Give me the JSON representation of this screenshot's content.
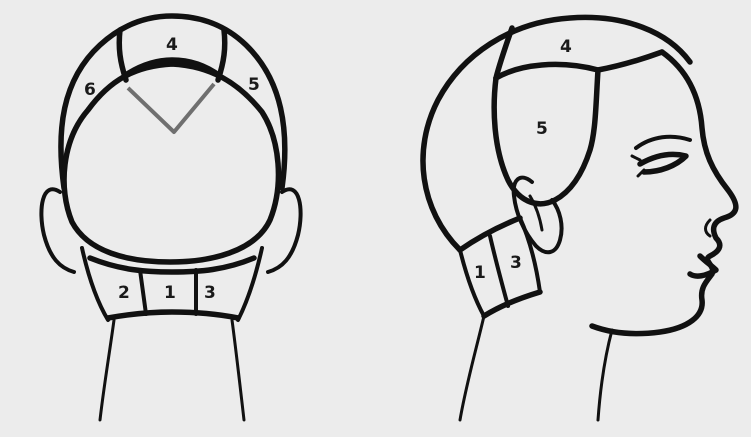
{
  "back_view": {
    "zones": [
      {
        "label": "4"
      },
      {
        "label": "6"
      },
      {
        "label": "5"
      },
      {
        "label": "2"
      },
      {
        "label": "1"
      },
      {
        "label": "3"
      }
    ]
  },
  "side_view": {
    "zones": [
      {
        "label": "4"
      },
      {
        "label": "5"
      },
      {
        "label": "1"
      },
      {
        "label": "3"
      }
    ]
  }
}
